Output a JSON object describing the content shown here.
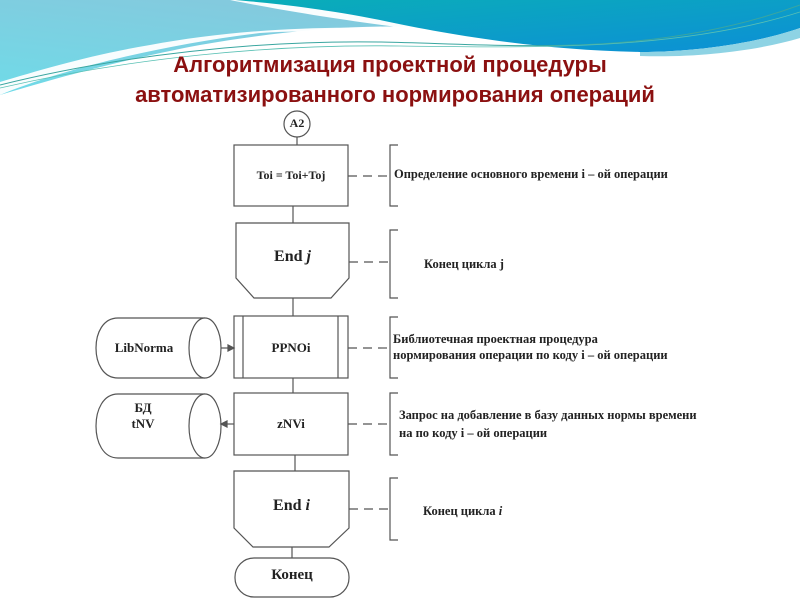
{
  "slide": {
    "title_line1": "Алгоритмизация проектной процедуры",
    "title_line2": "автоматизированного нормирования операций",
    "colors": {
      "title": "#8b1010",
      "swoosh_dark": "#0a9ec4",
      "swoosh_light": "#7fd3e6",
      "stroke": "#555555"
    }
  },
  "flowchart": {
    "connector": {
      "label": "A2"
    },
    "steps": [
      {
        "id": "assign",
        "type": "process",
        "label": "Toi = Toi+Toj",
        "note": [
          "Определение основного времени i – ой операции"
        ]
      },
      {
        "id": "end-j",
        "type": "loop-end",
        "label_main": "End ",
        "label_var": "j",
        "note": [
          "Конец цикла j"
        ]
      },
      {
        "id": "ppnoi",
        "type": "predefined-process",
        "label": "PPNOi",
        "note": [
          "Библиотечная проектная процедура",
          "нормирования операции по коду i – ой операции"
        ]
      },
      {
        "id": "znvi",
        "type": "process",
        "label": "zNVi",
        "note": [
          "Запрос на добавление в базу данных нормы времени",
          "на  по коду i – ой операции"
        ]
      },
      {
        "id": "end-i",
        "type": "loop-end",
        "label_main": "End ",
        "label_var": "i",
        "note_main": "Конец цикла ",
        "note_var": "i"
      },
      {
        "id": "terminator",
        "type": "terminator",
        "label": "Конец"
      }
    ],
    "storages": [
      {
        "id": "libnorma",
        "label_lines": [
          "LibNorma"
        ],
        "direction": "to-process"
      },
      {
        "id": "db-tnv",
        "label_lines": [
          "БД",
          "tNV"
        ],
        "direction": "to-storage"
      }
    ]
  }
}
